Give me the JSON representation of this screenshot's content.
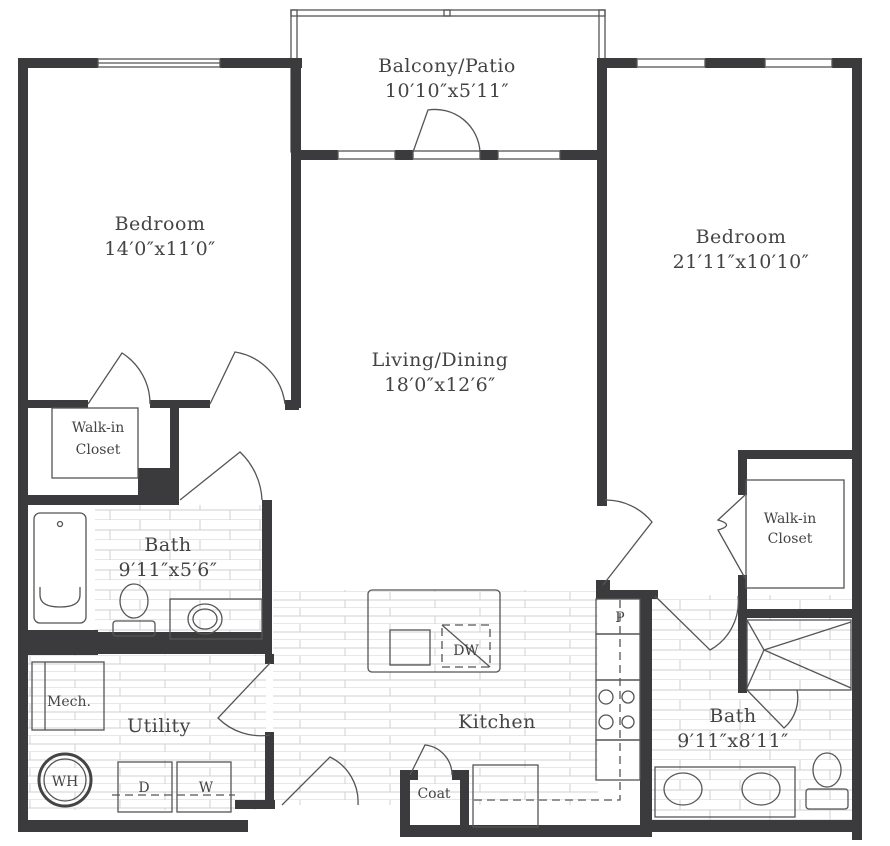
{
  "rooms": {
    "balcony": {
      "name": "Balcony/Patio",
      "size": "10′10″x5′11″"
    },
    "bedroom_left": {
      "name": "Bedroom",
      "size": "14′0″x11′0″"
    },
    "living": {
      "name": "Living/Dining",
      "size": "18′0″x12′6″"
    },
    "bedroom_right": {
      "name": "Bedroom",
      "size": "21′11″x10′10″"
    },
    "closet_left": {
      "line1": "Walk-in",
      "line2": "Closet"
    },
    "closet_right": {
      "line1": "Walk-in",
      "line2": "Closet"
    },
    "bath_left": {
      "name": "Bath",
      "size": "9′11″x5′6″"
    },
    "bath_right": {
      "name": "Bath",
      "size": "9′11″x8′11″"
    },
    "utility": {
      "name": "Utility"
    },
    "kitchen": {
      "name": "Kitchen"
    }
  },
  "fixtures": {
    "mech": "Mech.",
    "water_heater": "WH",
    "dryer": "D",
    "washer": "W",
    "dishwasher": "DW",
    "pantry": "P",
    "coat": "Coat"
  },
  "colors": {
    "wall": "#3b3b3d",
    "line": "#555555",
    "tile": "#c9c9c9"
  }
}
